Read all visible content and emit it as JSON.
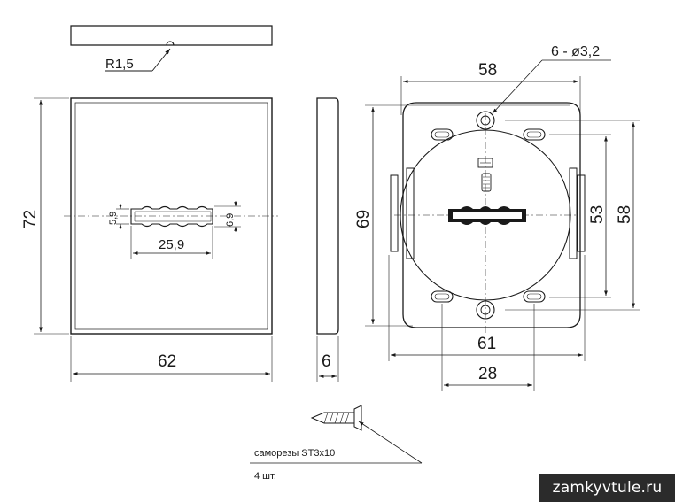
{
  "drawing": {
    "top_view": {
      "radius_label": "R1,5"
    },
    "front_plate": {
      "height_label": "72",
      "width_label": "62",
      "slot_width_label": "25,9",
      "slot_height_left": "5,9",
      "slot_height_right": "6,9"
    },
    "side_view": {
      "thickness_label": "6"
    },
    "mount": {
      "holes_label": "6 - ø3,2",
      "top_width_label": "58",
      "height_left_label": "69",
      "height_right_inner_label": "53",
      "height_right_outer_label": "58",
      "bottom_width_label": "61",
      "hole_spacing_label": "28"
    },
    "screws": {
      "line1": "саморезы ST3x10",
      "line2": "4 шт."
    }
  },
  "watermark": {
    "text": "zamkyvtule.ru"
  }
}
